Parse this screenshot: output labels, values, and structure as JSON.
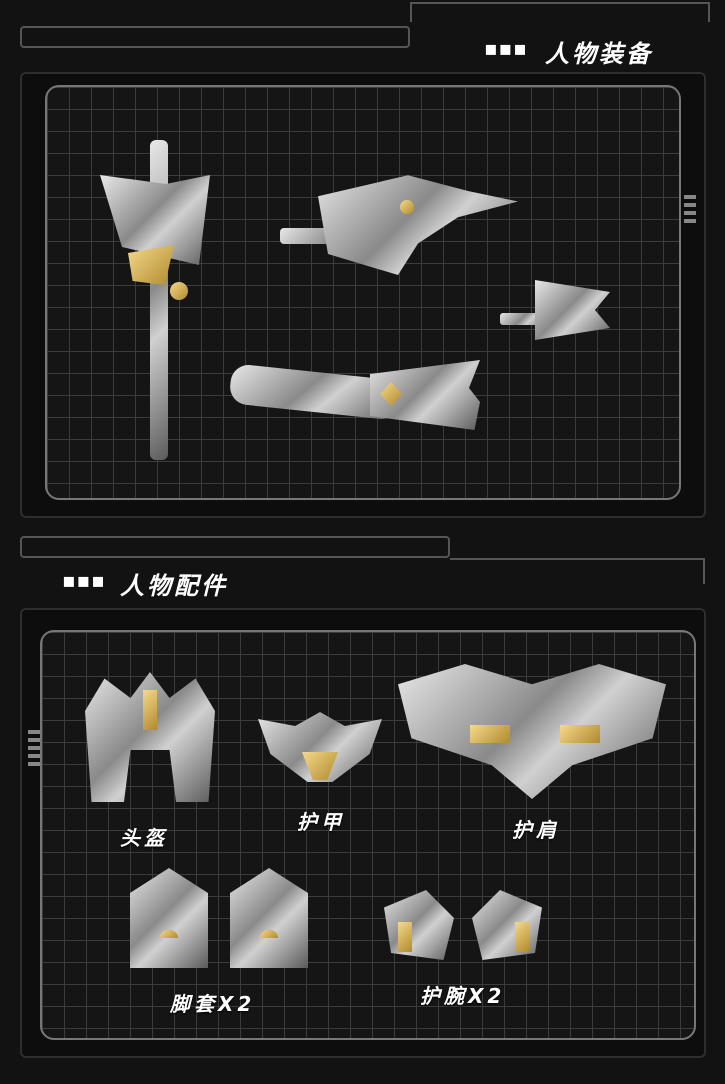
{
  "section1": {
    "dots": "▪▪▪",
    "title": "人物装备"
  },
  "section2": {
    "dots": "▪▪▪",
    "title": "人物配件"
  },
  "parts": {
    "helmet": "头盔",
    "armor": "护甲",
    "shoulder": "护肩",
    "feet": "脚套X2",
    "wrist": "护腕X2"
  },
  "colors": {
    "metal": "#b0b0b0",
    "gold": "#c9a24a",
    "grid": "#3c3c3c"
  }
}
